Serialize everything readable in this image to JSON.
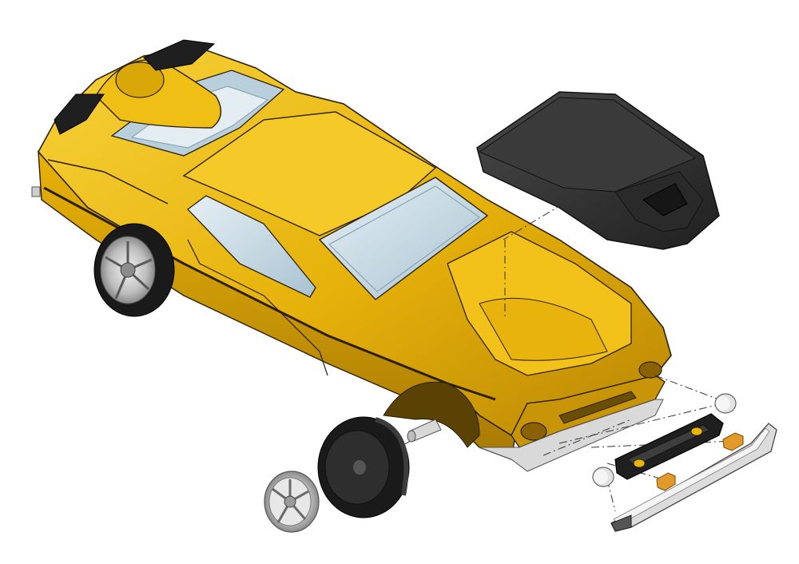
{
  "scene": {
    "subject": "exploded-car-model",
    "colors": {
      "background": "#ffffff",
      "body": "#e9b40a",
      "body_light": "#f6cf2c",
      "body_dark": "#b98a05",
      "outline": "#2a2008",
      "glass": "#cfe0ea",
      "glass_dark": "#9fb9c8",
      "hood_part": "#2b2b2b",
      "hood_part_top": "#3a3a3a",
      "tire": "#1a1a1a",
      "rim": "#c9c9c9",
      "chrome": "#dadada",
      "amber": "#e29a2b",
      "spoiler": "#1f1f1f",
      "stripe": "#2a1f00"
    },
    "parts": [
      "car-body",
      "hood-scoop-part",
      "front-wheel-tire",
      "front-wheel-rim",
      "axle",
      "front-bumper-lip",
      "grille-bar",
      "headlight-lens-left",
      "headlight-lens-right",
      "turn-signal-left",
      "turn-signal-right",
      "front-splitter-blade"
    ]
  }
}
